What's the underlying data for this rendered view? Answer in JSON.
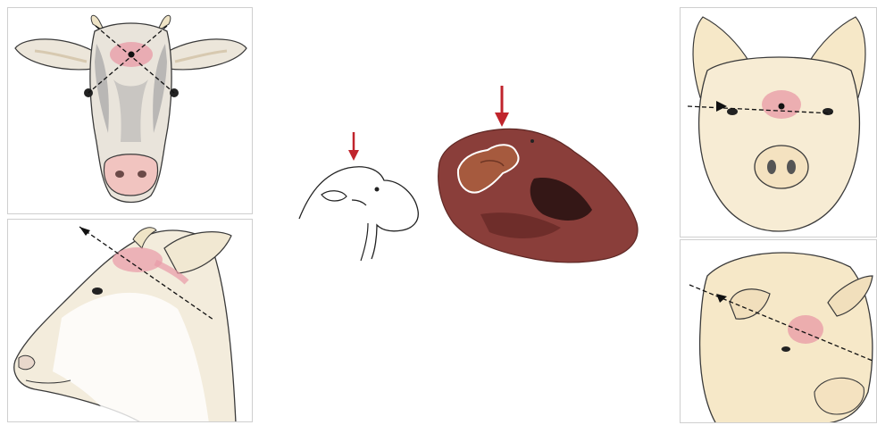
{
  "colors": {
    "target_zone": "#e89aa6",
    "arrow_red": "#c0242c",
    "outline": "#3a3a3a",
    "cow_fur": "#e8e2d6",
    "cow_patch": "#b9b7b5",
    "pig_skin": "#f6e8c8",
    "brain_tissue": "#8a3e3a",
    "brain_light": "#a65a3e"
  },
  "panels": [
    {
      "id": "cow-front",
      "icon": "cow-front-head-icon"
    },
    {
      "id": "cow-side",
      "icon": "cow-side-head-icon"
    },
    {
      "id": "sheep",
      "icon": "sheep-outline-icon"
    },
    {
      "id": "brain",
      "icon": "brain-section-icon"
    },
    {
      "id": "pig-front",
      "icon": "pig-front-head-icon"
    },
    {
      "id": "pig-side",
      "icon": "pig-side-head-icon"
    }
  ]
}
